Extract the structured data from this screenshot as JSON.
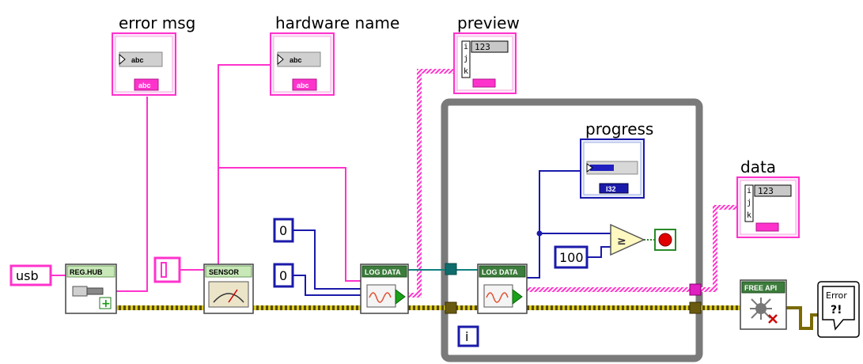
{
  "indicators": {
    "error_msg": {
      "label": "error msg",
      "text_glyph": "abc",
      "type_glyph": "abc"
    },
    "hardware_name": {
      "label": "hardware name",
      "text_glyph": "abc",
      "type_glyph": "abc"
    },
    "preview": {
      "label": "preview",
      "index_i": "i",
      "index_j": "j",
      "index_k": "k",
      "value": "123"
    },
    "progress": {
      "label": "progress",
      "type_glyph": "I32"
    },
    "data": {
      "label": "data",
      "index_i": "i",
      "index_j": "j",
      "index_k": "k",
      "value": "123"
    }
  },
  "constants": {
    "usb": "usb",
    "zero_a": "0",
    "zero_b": "0",
    "hundred": "100"
  },
  "subvis": {
    "reg_hub": "REG.HUB",
    "sensor": "SENSOR",
    "log_data_outer": "LOG DATA",
    "log_data_inner": "LOG DATA",
    "free_api": "FREE API"
  },
  "loop": {
    "iteration_terminal": "i"
  },
  "error_handler": {
    "line1": "Error",
    "line2": "?!"
  },
  "colors": {
    "string_wire": "#ff33cc",
    "numeric_wire": "#1a1aaa",
    "error_wire": "#7a6a00",
    "loop_border": "#7a7a7a",
    "stop_red": "#e00000"
  }
}
